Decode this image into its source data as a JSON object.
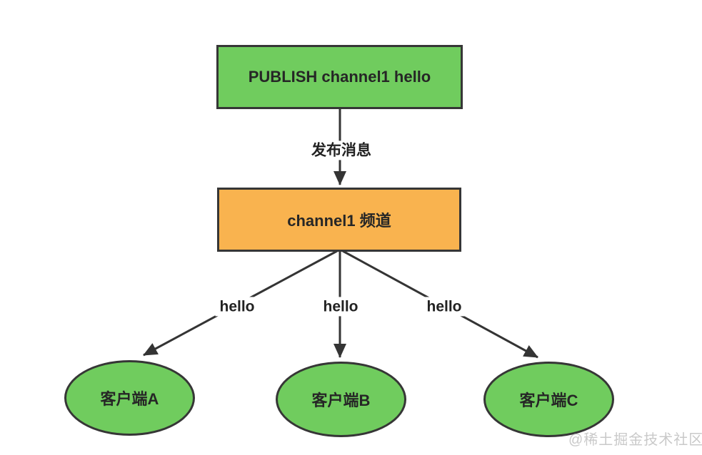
{
  "diagram": {
    "publisher_box": {
      "label": "PUBLISH channel1 hello"
    },
    "publish_arrow_label": "发布消息",
    "channel_box": {
      "label": "channel1 频道"
    },
    "message_labels": [
      "hello",
      "hello",
      "hello"
    ],
    "clients": [
      {
        "label": "客户端A"
      },
      {
        "label": "客户端B"
      },
      {
        "label": "客户端C"
      }
    ],
    "watermark": "@稀土掘金技术社区",
    "colors": {
      "node_green": "#70CC5E",
      "channel_orange": "#F9B34F",
      "stroke_dark": "#343434",
      "watermark_gray": "#C9C9C9"
    }
  }
}
